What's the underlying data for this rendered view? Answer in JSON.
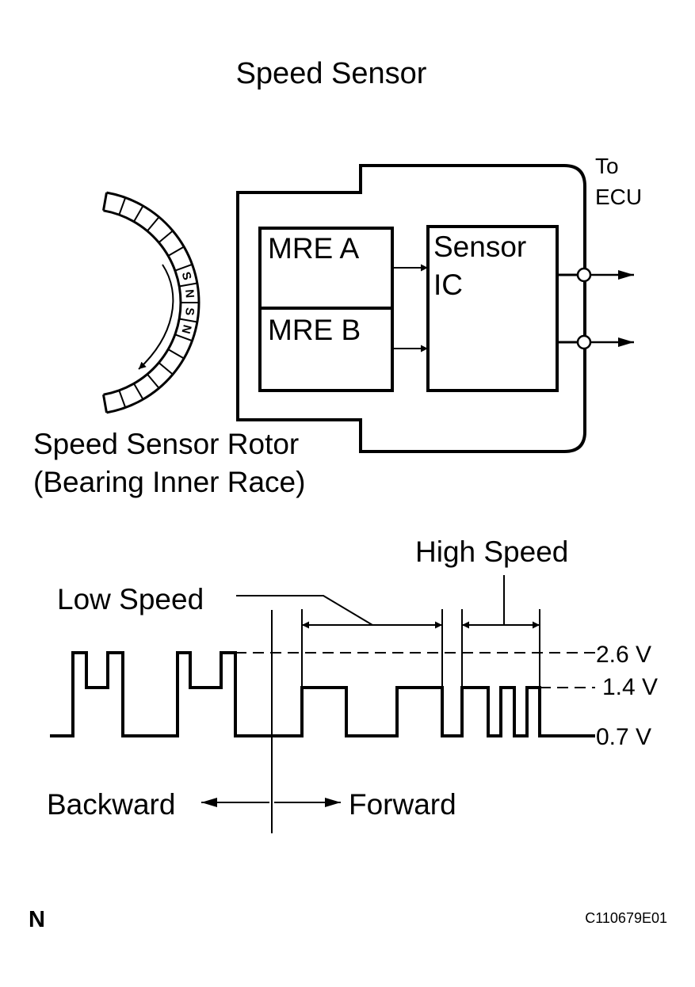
{
  "title": "Speed Sensor",
  "sensor": {
    "to_ecu_line1": "To",
    "to_ecu_line2": "ECU",
    "mre_a": "MRE A",
    "mre_b": "MRE B",
    "ic_line1": "Sensor",
    "ic_line2": "IC"
  },
  "rotor": {
    "poles": [
      "S",
      "N",
      "S",
      "N"
    ],
    "label_line1": "Speed Sensor Rotor",
    "label_line2": "(Bearing Inner Race)"
  },
  "waveform": {
    "low_speed_label": "Low Speed",
    "high_speed_label": "High Speed",
    "voltages": [
      "2.6 V",
      "1.4 V",
      "0.7 V"
    ],
    "backward_label": "Backward",
    "forward_label": "Forward"
  },
  "footer": {
    "orientation_mark": "N",
    "figure_code": "C110679E01"
  }
}
